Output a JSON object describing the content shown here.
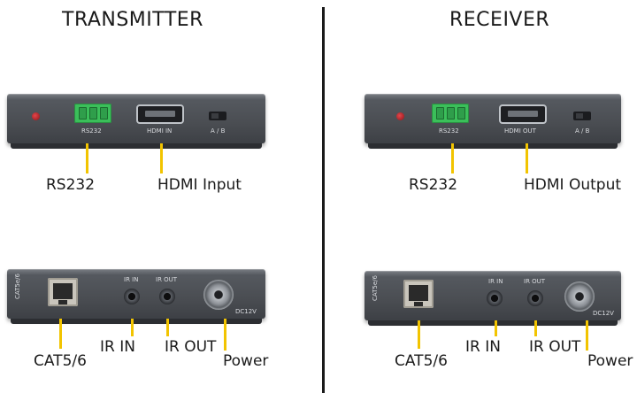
{
  "transmitter": {
    "title": "TRANSMITTER",
    "front_panel": {
      "rs232_port": "RS232",
      "hdmi_port": "HDMI IN",
      "switch": "A / B"
    },
    "back_panel": {
      "network_port": "CAT5e/6",
      "ir_in_port": "IR IN",
      "ir_out_port": "IR OUT",
      "power_port": "DC12V"
    },
    "callouts": {
      "rs232": "RS232",
      "hdmi": "HDMI Input",
      "network": "CAT5/6",
      "ir_in": "IR IN",
      "ir_out": "IR OUT",
      "power": "Power"
    }
  },
  "receiver": {
    "title": "RECEIVER",
    "front_panel": {
      "rs232_port": "RS232",
      "hdmi_port": "HDMI OUT",
      "switch": "A / B"
    },
    "back_panel": {
      "network_port": "CAT5e/6",
      "ir_in_port": "IR IN",
      "ir_out_port": "IR OUT",
      "power_port": "DC12V"
    },
    "callouts": {
      "rs232": "RS232",
      "hdmi": "HDMI Output",
      "network": "CAT5/6",
      "ir_in": "IR IN",
      "ir_out": "IR OUT",
      "power": "Power"
    }
  },
  "colors": {
    "leader_line": "#f2c400",
    "device_body": "#4a4d52",
    "terminal_block": "#3bbf5a",
    "divider": "#1a1a1a"
  }
}
